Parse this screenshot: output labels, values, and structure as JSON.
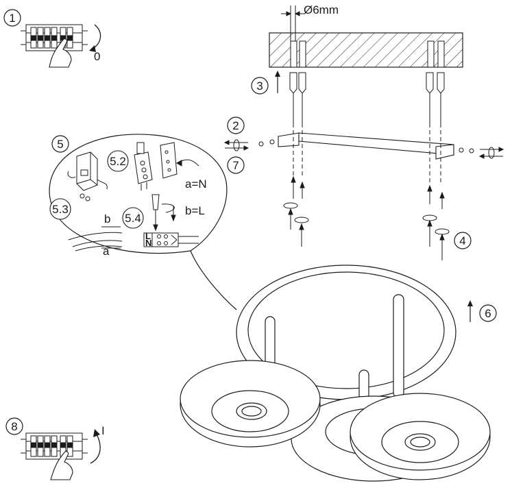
{
  "steps": {
    "s1": "1",
    "s2": "2",
    "s3": "3",
    "s4": "4",
    "s5": "5",
    "s5_2": "5.2",
    "s5_3": "5.3",
    "s5_4": "5.4",
    "s6": "6",
    "s7": "7",
    "s8": "8"
  },
  "labels": {
    "drill_diameter": "Ø6mm",
    "switch_off": "0",
    "switch_on": "I",
    "wire_a_eq_n": "a=N",
    "wire_b_eq_l": "b=L",
    "wire_a": "a",
    "wire_b": "b",
    "terminal_l": "L",
    "terminal_n": "N"
  },
  "colors": {
    "line": "#1a1a1a",
    "background": "#ffffff",
    "hatch": "#1a1a1a"
  }
}
